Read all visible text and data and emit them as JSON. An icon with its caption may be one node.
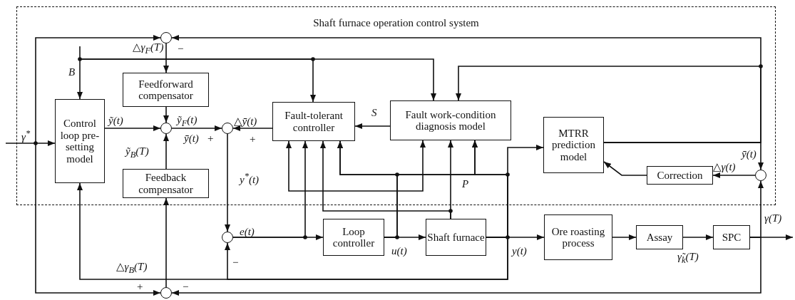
{
  "diagram": {
    "nodes": [
      {
        "text": [
          "Shaft furnace operation control system"
        ]
      },
      {
        "text": [
          "Control loop pre-setting model"
        ],
        "in": 0
      },
      {
        "text": [
          "Feedforward compensator"
        ],
        "in": 0
      },
      {
        "text": [
          "Feedback compensator"
        ],
        "in": 0
      },
      {
        "text": [
          "Fault-tolerant controller"
        ],
        "in": 0
      },
      {
        "text": [
          "Fault work-condition diagnosis model"
        ],
        "in": 0
      },
      {
        "text": [
          "MTRR prediction model"
        ],
        "in": 0
      },
      {
        "text": [
          "Correction"
        ],
        "in": 0
      },
      {
        "text": [
          "Loop controller"
        ]
      },
      {
        "text": [
          "Shaft furnace"
        ]
      },
      {
        "text": [
          "Ore roasting process"
        ]
      },
      {
        "text": [
          "Assay"
        ]
      },
      {
        "text": [
          "SPC"
        ]
      },
      {
        "text": [],
        "shape": "circle",
        "in": 0
      },
      {
        "text": [],
        "shape": "circle",
        "in": 0
      },
      {
        "text": [],
        "shape": "circle",
        "in": 0
      },
      {
        "text": [],
        "shape": "circle",
        "in": 0
      },
      {
        "text": [],
        "shape": "circle"
      },
      {
        "text": [],
        "shape": "circle"
      }
    ],
    "edges": [
      {
        "from": null,
        "to": 1,
        "arrow": "to",
        "label": "γ$^{*}$"
      },
      {
        "from": null,
        "to": 13,
        "arrow": "to"
      },
      {
        "from": null,
        "to": 18,
        "arrow": "to"
      },
      {
        "from": null,
        "to": 1,
        "arrow": "to",
        "label": "B"
      },
      {
        "from": null,
        "to": 4,
        "arrow": "to"
      },
      {
        "from": null,
        "to": 5,
        "arrow": "to"
      },
      {
        "from": 13,
        "to": 2,
        "arrow": "to",
        "label": "△γ$_{F}$(T)"
      },
      {
        "from": 1,
        "to": 14,
        "arrow": "to",
        "label": "ỹ(t)"
      },
      {
        "from": 2,
        "to": 14,
        "arrow": "to"
      },
      {
        "from": 3,
        "to": 14,
        "arrow": "to",
        "label": "ỹ$_{B}$(T)"
      },
      {
        "from": 14,
        "to": 15,
        "arrow": "to",
        "label": "ỹ$_{F}$(t)"
      },
      {
        "from": 4,
        "to": 15,
        "arrow": "to",
        "label": "△ȳ(t)"
      },
      {
        "from": 15,
        "to": 17,
        "arrow": "to",
        "label": "y$^{*}$(t)"
      },
      {
        "from": 17,
        "to": 8,
        "arrow": "to",
        "label": "e(t)"
      },
      {
        "from": 17,
        "to": 4,
        "arrow": "to"
      },
      {
        "from": 8,
        "to": 9,
        "arrow": "to",
        "label": "u(t)"
      },
      {
        "from": 8,
        "to": 4,
        "arrow": "to"
      },
      {
        "from": 8,
        "to": 5,
        "arrow": "to"
      },
      {
        "from": 9,
        "to": 10,
        "arrow": "to",
        "label": "y(t)"
      },
      {
        "from": 9,
        "to": 4,
        "arrow": "to"
      },
      {
        "from": 9,
        "to": 5,
        "arrow": "to"
      },
      {
        "from": 9,
        "to": 6,
        "arrow": "to"
      },
      {
        "from": 9,
        "to": 1,
        "arrow": "to"
      },
      {
        "from": 9,
        "to": 17,
        "arrow": "to"
      },
      {
        "from": 9,
        "to": 4,
        "arrow": "to"
      },
      {
        "from": 9,
        "to": 5,
        "arrow": "to"
      },
      {
        "from": 4,
        "to": 5,
        "arrow": "both"
      },
      {
        "from": 5,
        "to": 4,
        "arrow": "to",
        "label": "S"
      },
      {
        "from": 6,
        "to": 13,
        "arrow": "to"
      },
      {
        "from": 6,
        "to": 5,
        "arrow": "to"
      },
      {
        "from": 6,
        "to": 16,
        "arrow": "to",
        "label": "ȳ(t)"
      },
      {
        "from": 16,
        "to": 7,
        "arrow": "to",
        "label": "△γ(t)"
      },
      {
        "from": 7,
        "to": 6,
        "arrow": "to"
      },
      {
        "from": 10,
        "to": 11,
        "arrow": "to"
      },
      {
        "from": 11,
        "to": 12,
        "arrow": "to",
        "label": "γ̃$_{k}$(T)"
      },
      {
        "from": 12,
        "to": null,
        "arrow": "to",
        "label": "γ(T)"
      },
      {
        "from": 12,
        "to": 16,
        "arrow": "to"
      },
      {
        "from": 12,
        "to": 18,
        "arrow": "to"
      },
      {
        "from": 18,
        "to": 3,
        "arrow": "to",
        "label": "△γ$_{B}$(T)"
      }
    ],
    "labels": [
      "−",
      "ȳ(t)",
      "+",
      "+",
      "P",
      "−",
      "+",
      "−"
    ]
  }
}
